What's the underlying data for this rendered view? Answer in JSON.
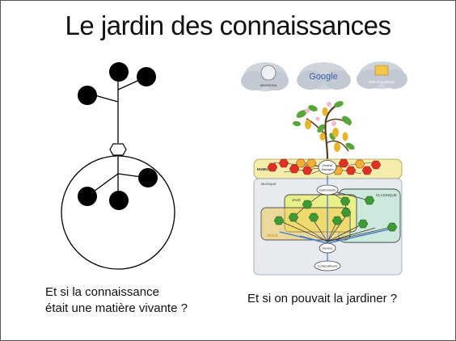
{
  "title": "Le jardin des connaissances",
  "caption_left": [
    "Et si la connaissance",
    "était une matière vivante ?"
  ],
  "caption_right": "Et si on pouvait la jardiner ?",
  "clouds": [
    {
      "label": "WIKIPEDIA",
      "icon": "wikipedia-globe-icon"
    },
    {
      "label": "Google",
      "icon": "google-logo"
    },
    {
      "label": "Mes documents",
      "icon": "folder-icon"
    }
  ],
  "garden": {
    "humus_label": "HUMUS",
    "musique_label": "MUSIQUE",
    "graine_label": [
      "Graine",
      "Musique"
    ],
    "instruments_label": "Instruments",
    "jazz_label": "JAZZ",
    "classique_label": "CLASSIQUE",
    "rock_label": "ROCK",
    "genres_label": "Genres",
    "compositeurs_label": "Compositeurs"
  },
  "colors": {
    "node": "#000000",
    "humus_fill": "#f4ecaa",
    "musique_fill": "#e7eaee",
    "jazz_fill": "#e9f08a",
    "classique_fill": "#cde8dc",
    "rock_fill": "#f2c95a",
    "green_hex": "#3f9a35",
    "red_hex": "#e03024",
    "orange_hex": "#f2b035",
    "link_blue": "#3f78c8"
  }
}
